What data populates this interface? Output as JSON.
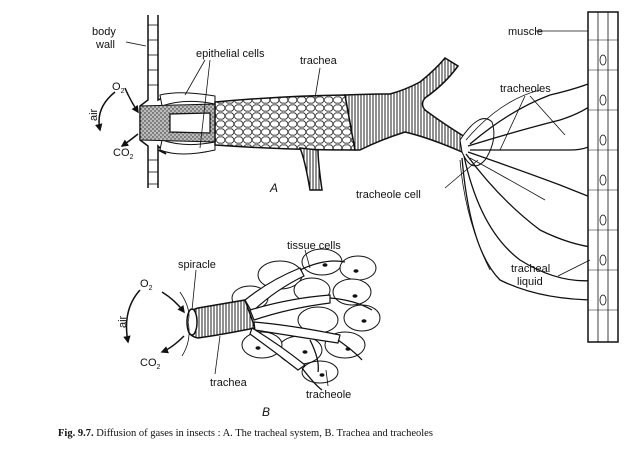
{
  "labels": {
    "body_wall": [
      "body",
      "wall"
    ],
    "epithelial_cells": "epithelial cells",
    "trachea_a": "trachea",
    "muscle": "muscle",
    "tracheoles": "tracheoles",
    "tracheole_cell": "tracheole cell",
    "tracheal_liquid": [
      "tracheal",
      "liquid"
    ],
    "panel_a": "A",
    "air_a": "air",
    "o2_a": "O",
    "co2_a": "CO",
    "spiracle": "spiracle",
    "tissue_cells": "tissue cells",
    "air_b": "air",
    "o2_b": "O",
    "co2_b": "CO",
    "trachea_b": "trachea",
    "tracheole_b": "tracheole",
    "panel_b": "B",
    "sub2": "2"
  },
  "caption": {
    "fig_no": "Fig. 9.7.",
    "text": "Diffusion of gases in insects : A. The tracheal system, B. Trachea and tracheoles"
  }
}
